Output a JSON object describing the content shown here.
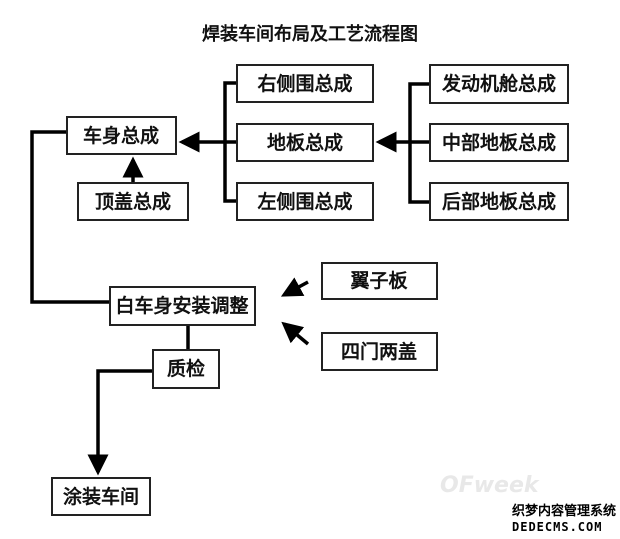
{
  "title": "焊装车间布局及工艺流程图",
  "nodes": {
    "right_side": "右侧围总成",
    "floor": "地板总成",
    "left_side": "左侧围总成",
    "body": "车身总成",
    "roof": "顶盖总成",
    "engine_bay": "发动机舱总成",
    "mid_floor": "中部地板总成",
    "rear_floor": "后部地板总成",
    "biw": "白车身安装调整",
    "fender": "翼子板",
    "doors": "四门两盖",
    "qc": "质检",
    "paint": "涂装车间"
  },
  "watermark": {
    "logo": "OFweek",
    "line1": "织梦内容管理系统",
    "line2": "DEDECMS.COM"
  }
}
